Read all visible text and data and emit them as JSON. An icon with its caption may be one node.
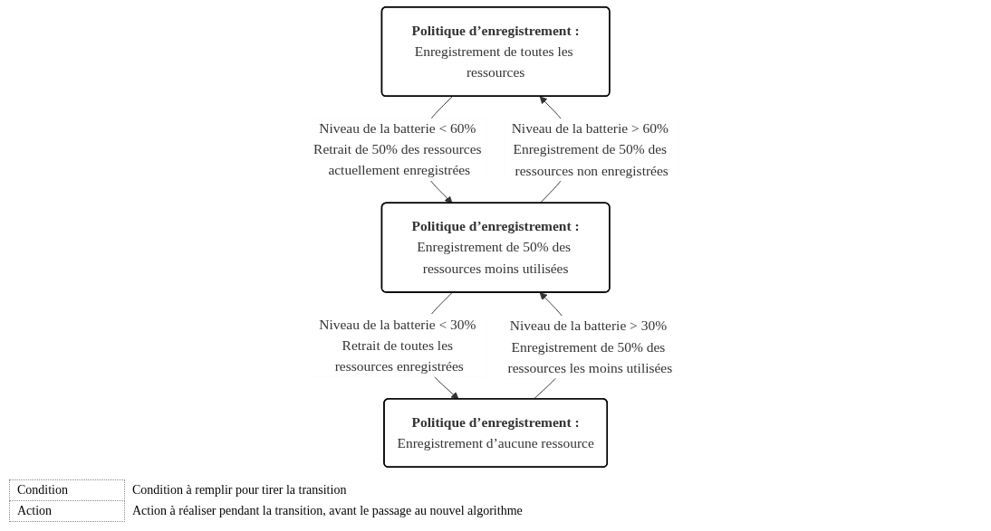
{
  "diagram": {
    "nodes": [
      {
        "text": [
          "Politique d’enregistrement :",
          "Enregistrement de toutes les ressources"
        ]
      },
      {
        "text": [
          "Politique d’enregistrement :",
          "Enregistrement de 50% des ressources moins utilisées"
        ]
      },
      {
        "text": [
          "Politique d’enregistrement :",
          "Enregistrement d’aucune ressource"
        ]
      }
    ],
    "edges": [
      {
        "from": 0,
        "to": 1,
        "arrow": "to",
        "label": "Niveau de la batterie < 60% Retrait de 50% des ressources actuellement enregistrées"
      },
      {
        "from": 1,
        "to": 0,
        "arrow": "to",
        "label": "Niveau de la batterie > 60% Enregistrement de 50% des ressources non enregistrées"
      },
      {
        "from": 1,
        "to": 2,
        "arrow": "to",
        "label": "Niveau de la batterie < 30% Retrait de toutes les ressources enregistrées"
      },
      {
        "from": 2,
        "to": 1,
        "arrow": "to",
        "label": "Niveau de la batterie > 30% Enregistrement de 50% des ressources les moins utilisées"
      }
    ],
    "labels": [
      "Condition",
      "Condition à remplir pour tirer la transition",
      "Action",
      "Action à réaliser pendant la transition, avant le passage au nouvel algorithme"
    ]
  }
}
